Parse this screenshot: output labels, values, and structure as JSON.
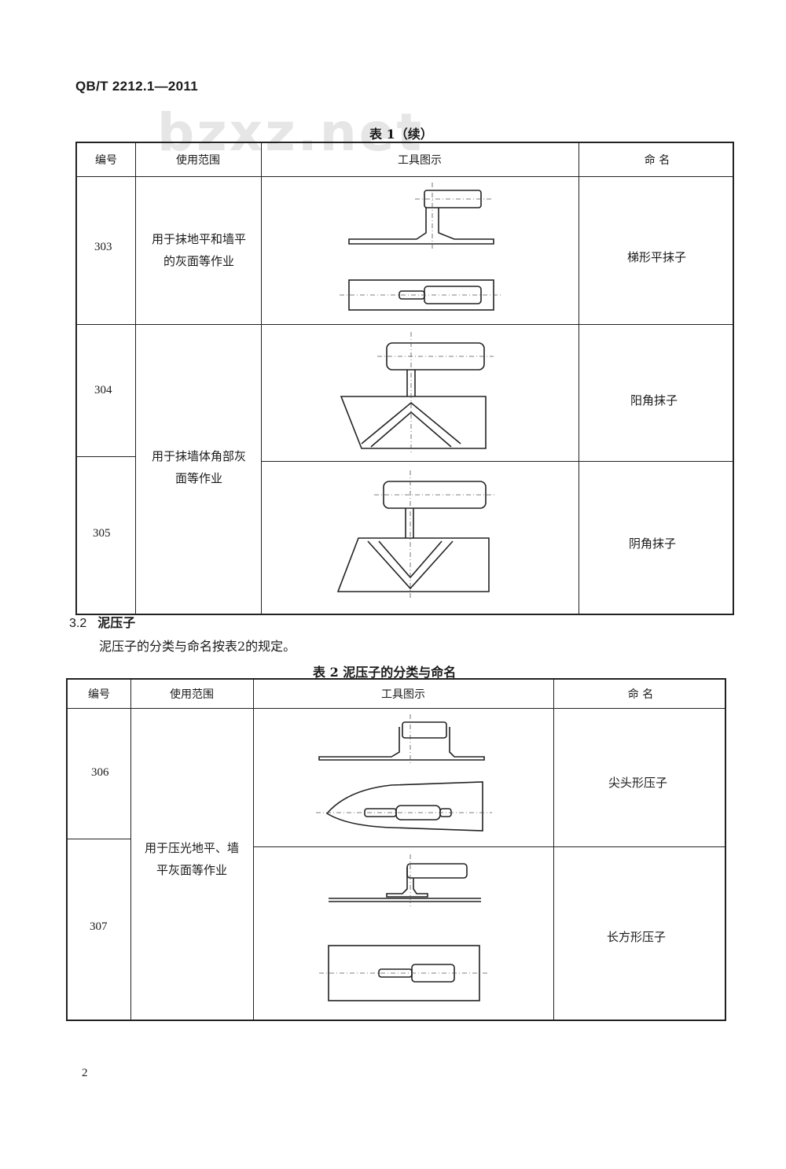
{
  "header": {
    "standard_code": "QB/T 2212.1—2011"
  },
  "watermark": "bzxz.net",
  "table1": {
    "caption": "表 1（续）",
    "columns": [
      "编号",
      "使用范围",
      "工具图示",
      "命  名"
    ],
    "rows": [
      {
        "code": "303",
        "scope_line1": "用于抹地平和墙平",
        "scope_line2": "的灰面等作业",
        "name": "梯形平抹子"
      },
      {
        "code": "304",
        "name": "阳角抹子"
      },
      {
        "code": "305",
        "name": "阴角抹子"
      }
    ],
    "merged_scope_line1": "用于抹墙体角部灰",
    "merged_scope_line2": "面等作业"
  },
  "section": {
    "number": "3.2",
    "title": "泥压子",
    "text": "泥压子的分类与命名按表2的规定。"
  },
  "table2": {
    "caption": "表 2    泥压子的分类与命名",
    "columns": [
      "编号",
      "使用范围",
      "工具图示",
      "命  名"
    ],
    "rows": [
      {
        "code": "306",
        "name": "尖头形压子"
      },
      {
        "code": "307",
        "name": "长方形压子"
      }
    ],
    "merged_scope_line1": "用于压光地平、墙",
    "merged_scope_line2": "平灰面等作业"
  },
  "footer": {
    "page_number": "2"
  },
  "colors": {
    "ink": "#1a1a1a",
    "border": "#222222",
    "watermark": "#e6e6e6"
  },
  "icons": [
    "trapezoid-trowel-icon",
    "external-corner-trowel-icon",
    "internal-corner-trowel-icon",
    "pointed-trowel-icon",
    "rectangular-trowel-icon"
  ]
}
